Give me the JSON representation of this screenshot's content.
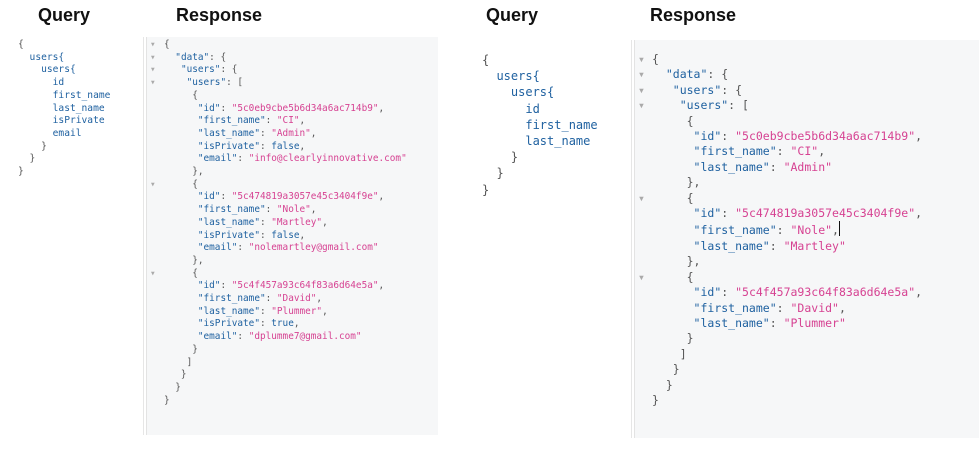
{
  "headers": {
    "left_query": "Query",
    "left_response": "Response",
    "right_query": "Query",
    "right_response": "Response"
  },
  "left_query_lines": [
    "{",
    "  users{",
    "    users{",
    "      id",
    "      first_name",
    "      last_name",
    "      isPrivate",
    "      email",
    "    }",
    "  }",
    "}"
  ],
  "right_query_lines": [
    "{",
    "  users{",
    "    users{",
    "      id",
    "      first_name",
    "      last_name",
    "    }",
    "  }",
    "}"
  ],
  "fold_glyph": "▾",
  "users": [
    {
      "id": "5c0eb9cbe5b6d34a6ac714b9",
      "first_name": "CI",
      "last_name": "Admin",
      "isPrivate": "false",
      "email": "info@clearlyinnovative.com"
    },
    {
      "id": "5c474819a3057e45c3404f9e",
      "first_name": "Nole",
      "last_name": "Martley",
      "isPrivate": "false",
      "email": "nolemartley@gmail.com"
    },
    {
      "id": "5c4f457a93c64f83a6d64e5a",
      "first_name": "David",
      "last_name": "Plummer",
      "isPrivate": "true",
      "email": "dplumme7@gmail.com"
    }
  ]
}
